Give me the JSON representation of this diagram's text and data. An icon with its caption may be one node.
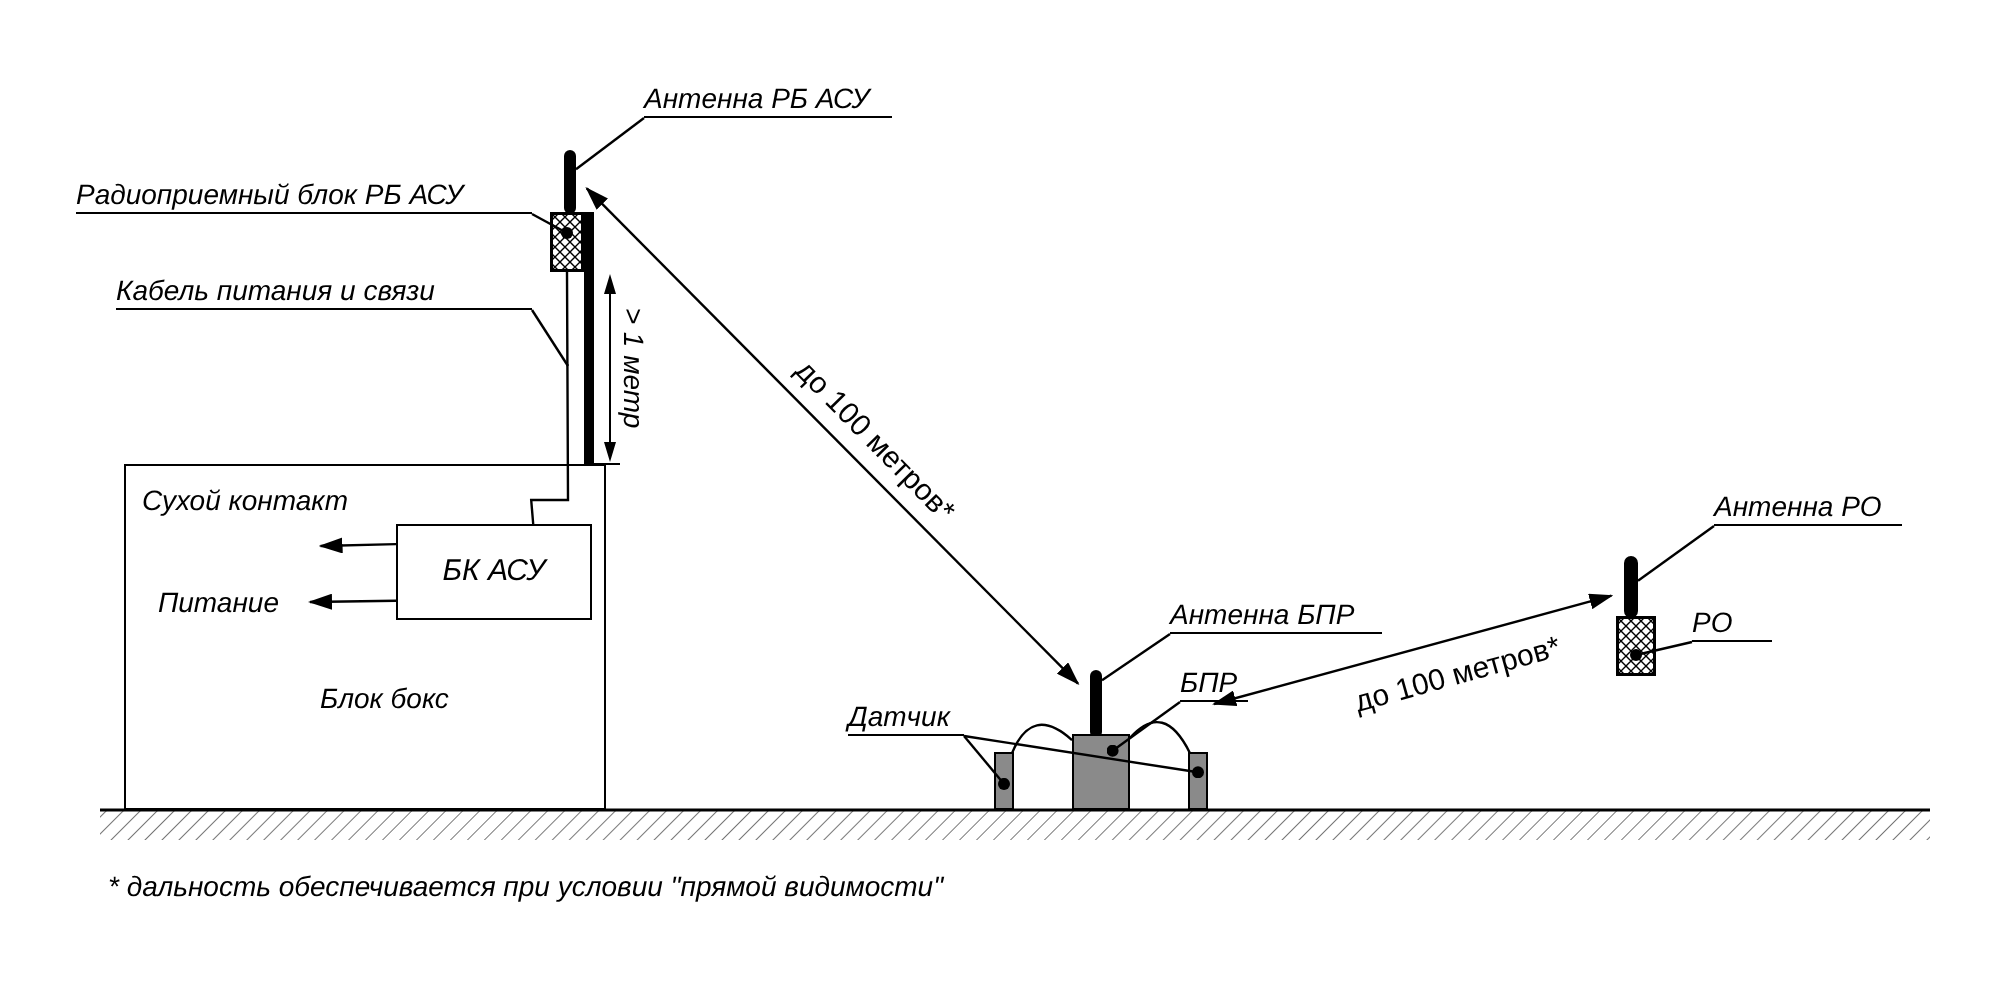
{
  "diagram": {
    "nodes": [
      {
        "text": [
          "Антенна РБ АСУ"
        ]
      },
      {
        "text": [],
        "shape": "bar"
      },
      {
        "text": [
          "Радиоприемный блок РБ АСУ"
        ]
      },
      {
        "text": [],
        "shape": "box"
      },
      {
        "text": [
          "Кабель питания и связи"
        ]
      },
      {
        "text": [
          "Блок бокс"
        ]
      },
      {
        "text": [
          "Сухой контакт"
        ],
        "in": 5
      },
      {
        "text": [
          "Питание"
        ],
        "in": 5
      },
      {
        "text": [
          "БК АСУ"
        ],
        "in": 5
      },
      {
        "text": [
          "Антенна БПР"
        ]
      },
      {
        "text": [],
        "shape": "bar"
      },
      {
        "text": [
          "БПР"
        ]
      },
      {
        "text": [],
        "shape": "box"
      },
      {
        "text": [
          "Датчик"
        ]
      },
      {
        "text": [],
        "shape": "bar"
      },
      {
        "text": [],
        "shape": "bar"
      },
      {
        "text": [
          "Антенна РО"
        ]
      },
      {
        "text": [],
        "shape": "bar"
      },
      {
        "text": [
          "РО"
        ]
      },
      {
        "text": [],
        "shape": "box"
      }
    ],
    "edges": [
      {
        "from": 0,
        "to": 1,
        "arrow": "none"
      },
      {
        "from": 2,
        "to": 3,
        "arrow": "other"
      },
      {
        "from": 4,
        "to": null,
        "arrow": "none"
      },
      {
        "from": 8,
        "to": 3,
        "arrow": "none"
      },
      {
        "from": 8,
        "to": 6,
        "arrow": "to"
      },
      {
        "from": 8,
        "to": 7,
        "arrow": "to"
      },
      {
        "from": 1,
        "to": 10,
        "arrow": "both",
        "label": "до 100 метров*"
      },
      {
        "from": 9,
        "to": 10,
        "arrow": "none"
      },
      {
        "from": 11,
        "to": 12,
        "arrow": "other"
      },
      {
        "from": 13,
        "to": 14,
        "arrow": "other"
      },
      {
        "from": 13,
        "to": 15,
        "arrow": "other"
      },
      {
        "from": 14,
        "to": 12,
        "arrow": "none"
      },
      {
        "from": 12,
        "to": 15,
        "arrow": "none"
      },
      {
        "from": 16,
        "to": 17,
        "arrow": "none"
      },
      {
        "from": 18,
        "to": 19,
        "arrow": "other"
      },
      {
        "from": 11,
        "to": 17,
        "arrow": "both",
        "label": "до 100 метров*"
      },
      {
        "from": 3,
        "to": 5,
        "arrow": "none",
        "style": "thick"
      }
    ],
    "labels": [
      "> 1 метр",
      "* дальность обеспечивается при условии \"прямой видимости\""
    ]
  }
}
